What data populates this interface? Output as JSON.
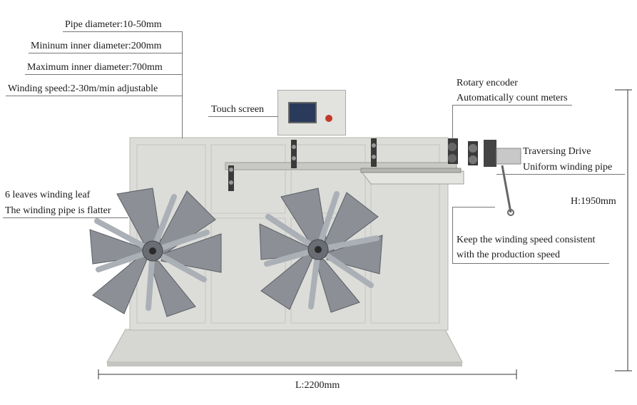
{
  "labels": {
    "pipe_diameter": "Pipe diameter:10-50mm",
    "min_inner": "Mininum inner diameter:200mm",
    "max_inner": "Maximum inner diameter:700mm",
    "winding_speed": "Winding speed:2-30m/min adjustable",
    "touch_screen": "Touch screen",
    "rotary_encoder": "Rotary encoder",
    "count_meters": "Automatically count meters",
    "traversing_drive": "Traversing Drive",
    "uniform_winding": "Uniform winding pipe",
    "height": "H:1950mm",
    "six_leaves": "6 leaves winding leaf",
    "flatter": "The winding pipe is flatter",
    "keep_speed_1": "Keep the winding speed consistent",
    "keep_speed_2": "with the production speed",
    "length": "L:2200mm"
  },
  "colors": {
    "frame": "#dcdcd8",
    "frame_edge": "#b8b8b4",
    "steel": "#8c9096",
    "steel_dark": "#5a5e64",
    "screen": "#2a3a5a",
    "stop_button": "#c0392b"
  }
}
